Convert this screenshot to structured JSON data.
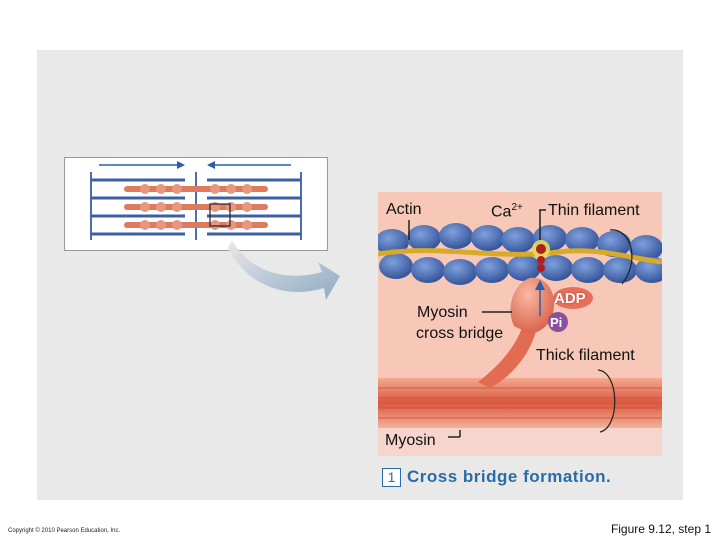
{
  "labels": {
    "actin": "Actin",
    "ca": "Ca",
    "ca_sup": "2+",
    "thin_filament": "Thin filament",
    "myosin_cross_bridge_line1": "Myosin",
    "myosin_cross_bridge_line2": "cross bridge",
    "adp": "ADP",
    "pi": "Pi",
    "thick_filament": "Thick filament",
    "myosin": "Myosin"
  },
  "caption": {
    "step": "1",
    "text": "Cross bridge formation."
  },
  "footer": {
    "copyright": "Copyright © 2010 Pearson Education, Inc.",
    "figure": "Figure 9.12, step 1"
  },
  "colors": {
    "panel": "#e9e9e9",
    "actin_bead": "#4f78c4",
    "tropomyosin": "#d9a92a",
    "myosin": "#e0705a",
    "scene_bg": "#f7c8b8",
    "caption": "#2a6ca8",
    "adp_ball": "#e8705a",
    "pi_ball": "#8a4fa0",
    "calcium": "#d6d13a"
  }
}
